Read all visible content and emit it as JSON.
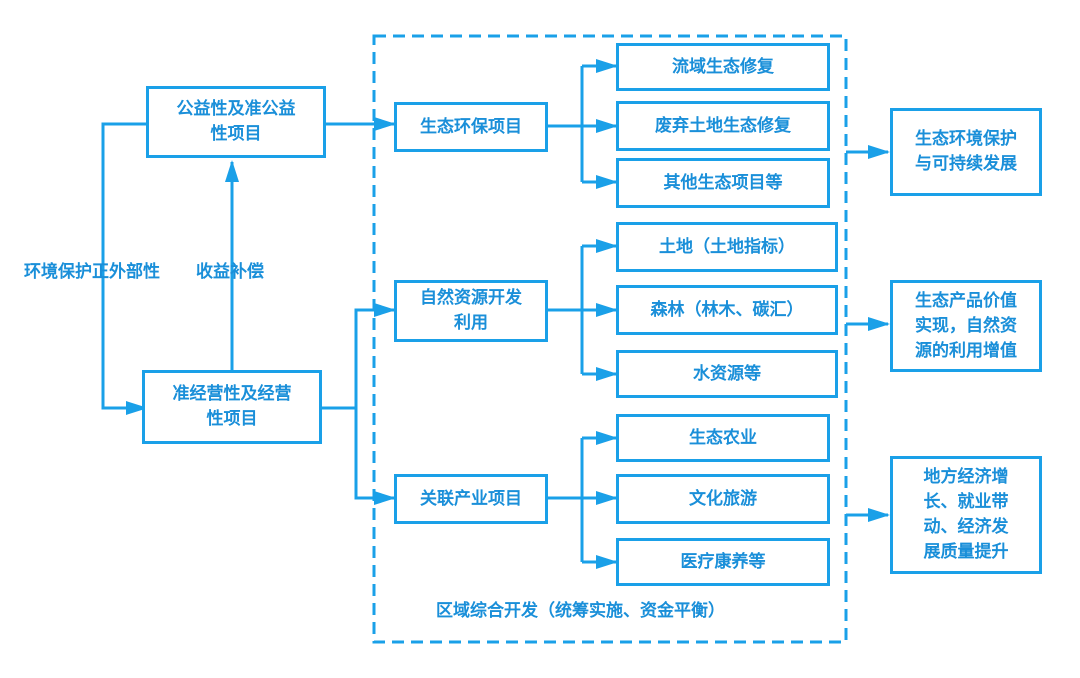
{
  "source_nodes": {
    "public_welfare": "公益性及准公益\n性项目",
    "commercial": "准经营性及经营\n性项目"
  },
  "edge_labels": {
    "externality": "环境保护正外部性",
    "compensation": "收益补偿"
  },
  "region": {
    "label": "区域综合开发（统筹实施、资金平衡）"
  },
  "project_types": {
    "eco_env": "生态环保项目",
    "natural_resource": "自然资源开发\n利用",
    "related_industry": "关联产业项目"
  },
  "sub_projects": {
    "eco": [
      "流域生态修复",
      "废弃土地生态修复",
      "其他生态项目等"
    ],
    "natural": [
      "土地（土地指标）",
      "森林（林木、碳汇）",
      "水资源等"
    ],
    "industry": [
      "生态农业",
      "文化旅游",
      "医疗康养等"
    ]
  },
  "outcomes": {
    "eco": "生态环境保护\n与可持续发展",
    "natural": "生态产品价值\n实现，自然资\n源的利用增值",
    "industry": "地方经济增\n长、就业带\n动、经济发\n展质量提升"
  },
  "colors": {
    "accent": "#1aa0e8",
    "text": "#1a8fd9"
  }
}
